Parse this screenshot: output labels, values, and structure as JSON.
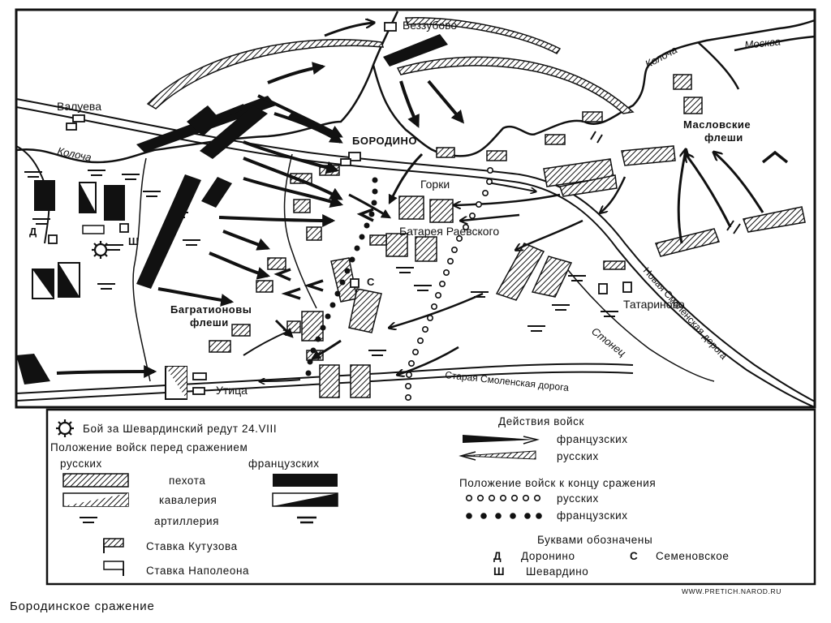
{
  "caption": "Бородинское сражение",
  "credit": "WWW.PRETICH.NAROD.RU",
  "places": {
    "bezzubovo": "Беззубово",
    "valueva": "Валуева",
    "borodino": "БОРОДИНО",
    "gorki": "Горки",
    "raevsky_battery": "Батарея Раевского",
    "maslovskie_line1": "Масловские",
    "maslovskie_line2": "флеши",
    "semenovskoe_letter": "С",
    "doronino_letter": "Д",
    "shevardino_letter": "Ш",
    "bagration_line1": "Багратионовы",
    "bagration_line2": "флеши",
    "utitsa": "Утица",
    "tatarinovo": "Татариново"
  },
  "waters": {
    "kolocha_west": "Колоча",
    "kolocha_north": "Колоча",
    "moskva": "Москва",
    "stonets": "Стонец"
  },
  "roads": {
    "new_smolensk": "Новая Смоленская дорога",
    "old_smolensk": "Старая Смоленская дорога"
  },
  "legend": {
    "shevardino_battle": "Бой за Шевардинский редут 24.VIII",
    "positions_title": "Положение войск перед сражением",
    "russian_col": "русских",
    "french_col": "французских",
    "infantry": "пехота",
    "cavalry": "кавалерия",
    "artillery": "артиллерия",
    "kutuzov_hq": "Ставка Кутузова",
    "napoleon_hq": "Ставка Наполеона",
    "actions_title": "Действия войск",
    "actions_french": "французских",
    "actions_russian": "русских",
    "end_title": "Положение войск к концу сражения",
    "end_russian": "русских",
    "end_french": "французских",
    "letters_title": "Буквами обозначены",
    "letter_d": "Д",
    "name_d": "Доронино",
    "letter_s": "С",
    "name_s": "Семеновское",
    "letter_sh": "Ш",
    "name_sh": "Шевардино"
  },
  "colors": {
    "ink": "#111111",
    "paper": "#ffffff"
  },
  "icons": [
    "redoubt-battle-icon",
    "kutuzov-hq-flag-icon",
    "napoleon-hq-flag-icon",
    "artillery-icon"
  ]
}
